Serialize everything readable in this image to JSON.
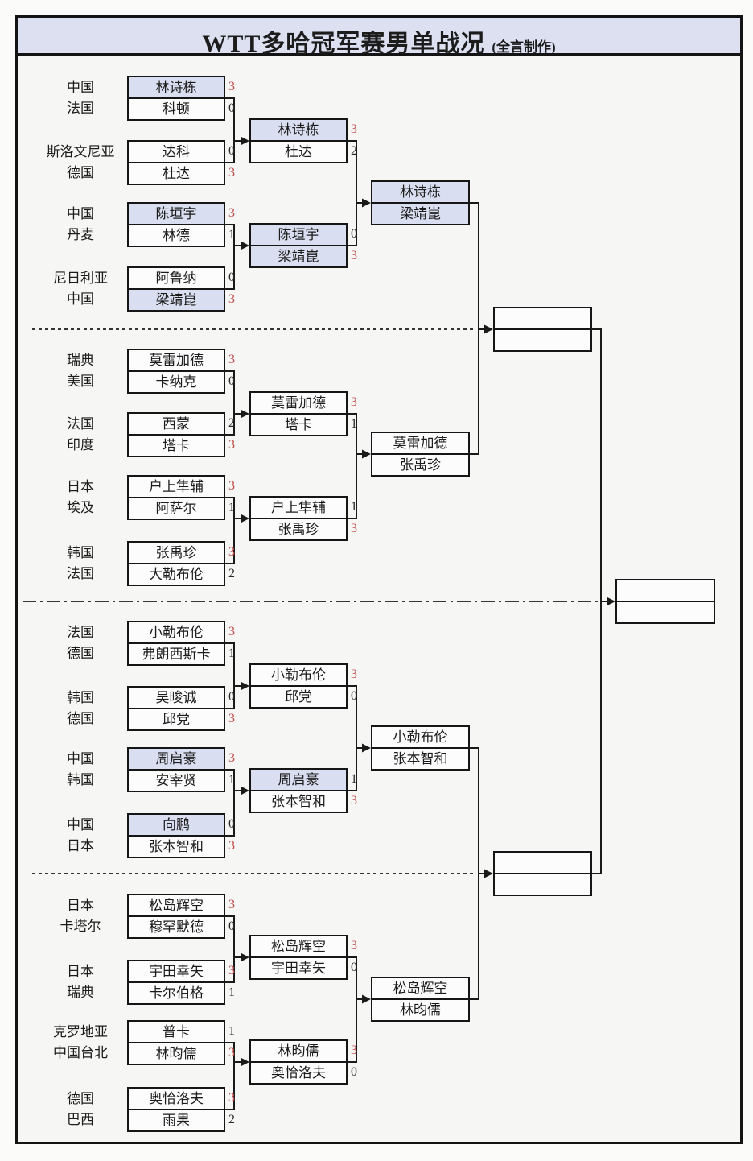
{
  "title": {
    "main": "WTT多哈冠军赛男单战况",
    "credit": "(全言制作)"
  },
  "colors": {
    "title_bg": "#dce0f0",
    "highlight": "#d9def0",
    "win_score": "#c0504d",
    "line": "#1a1a1a",
    "box_bg": "#fcfcfc"
  },
  "r32": [
    {
      "ca": "中国",
      "pa": "林诗栋",
      "sa": "3",
      "wa": true,
      "ha": true,
      "cb": "法国",
      "pb": "科顿",
      "sb": "0",
      "wb": false,
      "hb": false
    },
    {
      "ca": "斯洛文尼亚",
      "pa": "达科",
      "sa": "0",
      "wa": false,
      "ha": false,
      "cb": "德国",
      "pb": "杜达",
      "sb": "3",
      "wb": true,
      "hb": false
    },
    {
      "ca": "中国",
      "pa": "陈垣宇",
      "sa": "3",
      "wa": true,
      "ha": true,
      "cb": "丹麦",
      "pb": "林德",
      "sb": "1",
      "wb": false,
      "hb": false
    },
    {
      "ca": "尼日利亚",
      "pa": "阿鲁纳",
      "sa": "0",
      "wa": false,
      "ha": false,
      "cb": "中国",
      "pb": "梁靖崑",
      "sb": "3",
      "wb": true,
      "hb": true
    },
    {
      "ca": "瑞典",
      "pa": "莫雷加德",
      "sa": "3",
      "wa": true,
      "ha": false,
      "cb": "美国",
      "pb": "卡纳克",
      "sb": "0",
      "wb": false,
      "hb": false
    },
    {
      "ca": "法国",
      "pa": "西蒙",
      "sa": "2",
      "wa": false,
      "ha": false,
      "cb": "印度",
      "pb": "塔卡",
      "sb": "3",
      "wb": true,
      "hb": false
    },
    {
      "ca": "日本",
      "pa": "户上隼辅",
      "sa": "3",
      "wa": true,
      "ha": false,
      "cb": "埃及",
      "pb": "阿萨尔",
      "sb": "1",
      "wb": false,
      "hb": false
    },
    {
      "ca": "韩国",
      "pa": "张禹珍",
      "sa": "3",
      "wa": true,
      "ha": false,
      "cb": "法国",
      "pb": "大勒布伦",
      "sb": "2",
      "wb": false,
      "hb": false
    },
    {
      "ca": "法国",
      "pa": "小勒布伦",
      "sa": "3",
      "wa": true,
      "ha": false,
      "cb": "德国",
      "pb": "弗朗西斯卡",
      "sb": "1",
      "wb": false,
      "hb": false
    },
    {
      "ca": "韩国",
      "pa": "吴晙诚",
      "sa": "0",
      "wa": false,
      "ha": false,
      "cb": "德国",
      "pb": "邱党",
      "sb": "3",
      "wb": true,
      "hb": false
    },
    {
      "ca": "中国",
      "pa": "周启豪",
      "sa": "3",
      "wa": true,
      "ha": true,
      "cb": "韩国",
      "pb": "安宰贤",
      "sb": "1",
      "wb": false,
      "hb": false
    },
    {
      "ca": "中国",
      "pa": "向鹏",
      "sa": "0",
      "wa": false,
      "ha": true,
      "cb": "日本",
      "pb": "张本智和",
      "sb": "3",
      "wb": true,
      "hb": false
    },
    {
      "ca": "日本",
      "pa": "松岛辉空",
      "sa": "3",
      "wa": true,
      "ha": false,
      "cb": "卡塔尔",
      "pb": "穆罕默德",
      "sb": "0",
      "wb": false,
      "hb": false
    },
    {
      "ca": "日本",
      "pa": "宇田幸矢",
      "sa": "3",
      "wa": true,
      "ha": false,
      "cb": "瑞典",
      "pb": "卡尔伯格",
      "sb": "1",
      "wb": false,
      "hb": false
    },
    {
      "ca": "克罗地亚",
      "pa": "普卡",
      "sa": "1",
      "wa": false,
      "ha": false,
      "cb": "中国台北",
      "pb": "林昀儒",
      "sb": "3",
      "wb": true,
      "hb": false
    },
    {
      "ca": "德国",
      "pa": "奥恰洛夫",
      "sa": "3",
      "wa": true,
      "ha": false,
      "cb": "巴西",
      "pb": "雨果",
      "sb": "2",
      "wb": false,
      "hb": false
    }
  ],
  "r16": [
    {
      "pa": "林诗栋",
      "sa": "3",
      "wa": true,
      "ha": true,
      "pb": "杜达",
      "sb": "2",
      "wb": false,
      "hb": false
    },
    {
      "pa": "陈垣宇",
      "sa": "0",
      "wa": false,
      "ha": true,
      "pb": "梁靖崑",
      "sb": "3",
      "wb": true,
      "hb": true
    },
    {
      "pa": "莫雷加德",
      "sa": "3",
      "wa": true,
      "ha": false,
      "pb": "塔卡",
      "sb": "1",
      "wb": false,
      "hb": false
    },
    {
      "pa": "户上隼辅",
      "sa": "1",
      "wa": false,
      "ha": false,
      "pb": "张禹珍",
      "sb": "3",
      "wb": true,
      "hb": false
    },
    {
      "pa": "小勒布伦",
      "sa": "3",
      "wa": true,
      "ha": false,
      "pb": "邱党",
      "sb": "0",
      "wb": false,
      "hb": false
    },
    {
      "pa": "周启豪",
      "sa": "1",
      "wa": false,
      "ha": true,
      "pb": "张本智和",
      "sb": "3",
      "wb": true,
      "hb": false
    },
    {
      "pa": "松岛辉空",
      "sa": "3",
      "wa": true,
      "ha": false,
      "pb": "宇田幸矢",
      "sb": "0",
      "wb": false,
      "hb": false
    },
    {
      "pa": "林昀儒",
      "sa": "3",
      "wa": true,
      "ha": false,
      "pb": "奥恰洛夫",
      "sb": "0",
      "wb": false,
      "hb": false
    }
  ],
  "qf": [
    {
      "pa": "林诗栋",
      "ha": true,
      "pb": "梁靖崑",
      "hb": true
    },
    {
      "pa": "莫雷加德",
      "ha": false,
      "pb": "张禹珍",
      "hb": false
    },
    {
      "pa": "小勒布伦",
      "ha": false,
      "pb": "张本智和",
      "hb": false
    },
    {
      "pa": "松岛辉空",
      "ha": false,
      "pb": "林昀儒",
      "hb": false
    }
  ],
  "sf": [
    {
      "pa": "",
      "pb": ""
    },
    {
      "pa": "",
      "pb": ""
    }
  ],
  "final": {
    "pa": "",
    "pb": ""
  }
}
